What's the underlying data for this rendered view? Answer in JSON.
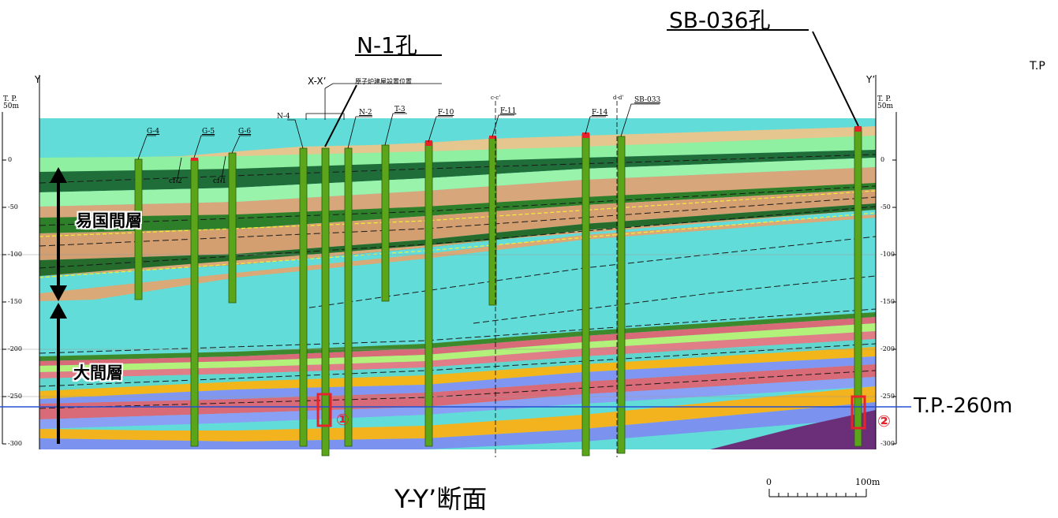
{
  "labels": {
    "hole_n1": "N-1孔",
    "hole_sb036": "SB-036孔",
    "tp_top_right": "T.P",
    "section_title": "Y-Y’断面",
    "level_line": "T.P.-260m",
    "upper_formation": "易国間層",
    "lower_formation": "大間層",
    "marker_1": "①",
    "marker_2": "②",
    "end_left": "Y",
    "end_right": "Y’",
    "cross_section": "X-X’",
    "reactor_position": "原子炉建屋設置位置",
    "axis_unit_left": "T. P.",
    "axis_top_left": "50m",
    "axis_unit_right": "T. P.",
    "axis_top_right": "50m",
    "scale_zero": "0",
    "scale_end": "100m"
  },
  "y_ticks": [
    "0",
    "-50",
    "-100",
    "-150",
    "-200",
    "-250",
    "-300"
  ],
  "borehole_labels": [
    "G-4",
    "G-5",
    "G-6",
    "N-4",
    "N-2",
    "T-3",
    "F-10",
    "c-c'",
    "F-11",
    "F-14",
    "d-d'",
    "SB-033"
  ],
  "fault_labels": [
    "cf-2",
    "cf-1"
  ],
  "colors": {
    "teal": "#62dcd8",
    "tan": "#d7a77b",
    "dark_green": "#2a7a34",
    "light_green": "#8ef0a0",
    "pink": "#d96a78",
    "blue": "#7f97f2",
    "orange": "#f2b51a",
    "purple": "#6b2f7a",
    "borehole": "#5aa51a",
    "marker_red": "#e8222a",
    "level_line": "#2450d0"
  }
}
